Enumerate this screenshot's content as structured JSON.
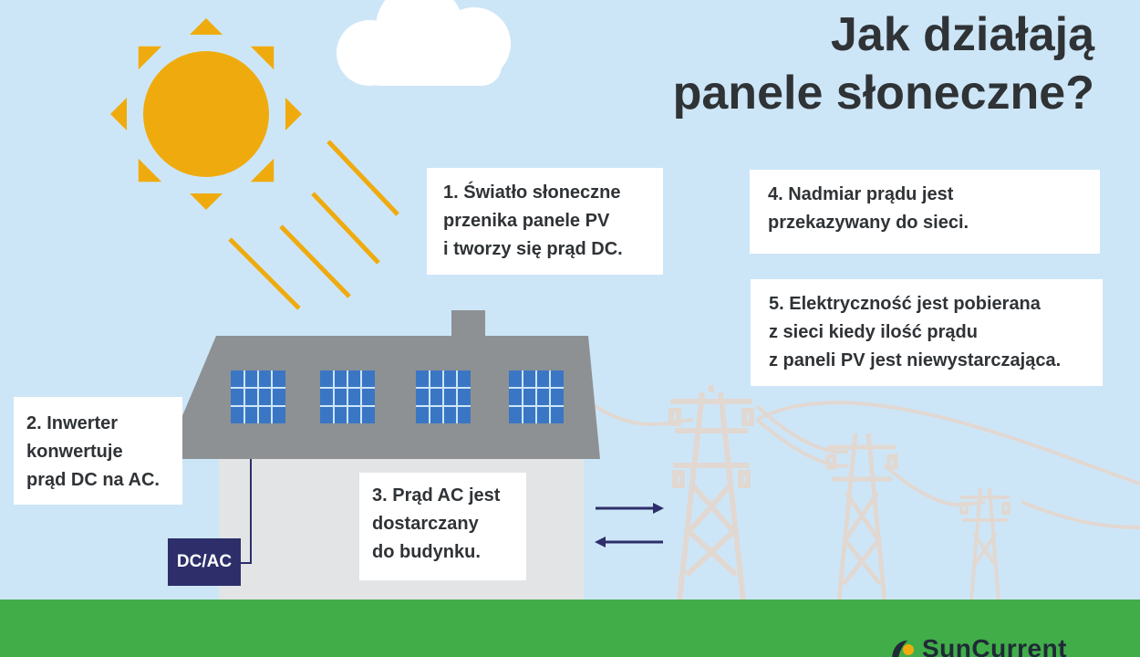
{
  "title": {
    "line1": "Jak działają",
    "line2": "panele słoneczne?"
  },
  "notes": {
    "n1": [
      "1. Światło słoneczne",
      "przenika panele PV",
      "i tworzy się prąd DC."
    ],
    "n2": [
      "2. Inwerter",
      "konwertuje",
      "prąd DC na AC."
    ],
    "n3": [
      "3. Prąd AC jest",
      "dostarczany",
      "do budynku."
    ],
    "n4": [
      "4. Nadmiar prądu jest",
      "przekazywany do sieci."
    ],
    "n5": [
      "5. Elektryczność jest pobierana",
      "z sieci kiedy ilość prądu",
      "z paneli PV jest niewystarczająca."
    ]
  },
  "inverter_label": "DC/AC",
  "brand": {
    "name": "SunCurrent",
    "logo_icon": "sun-leaf-logo-icon"
  },
  "icons": {
    "sun": "sun-icon",
    "cloud": "cloud-icon",
    "solar_panel": "solar-panel-icon",
    "pylon": "power-pylon-icon",
    "arrow_right": "arrow-right-icon",
    "arrow_left": "arrow-left-icon"
  },
  "colors": {
    "sky": "#cde6f7",
    "sun": "#efab0e",
    "ground": "#41ad49",
    "roof": "#8d9194",
    "wall": "#e2e4e6",
    "panel": "#3a76c4",
    "inverter": "#2d2e6a",
    "text": "#2f3336",
    "pylon": "#e1d8d2"
  }
}
